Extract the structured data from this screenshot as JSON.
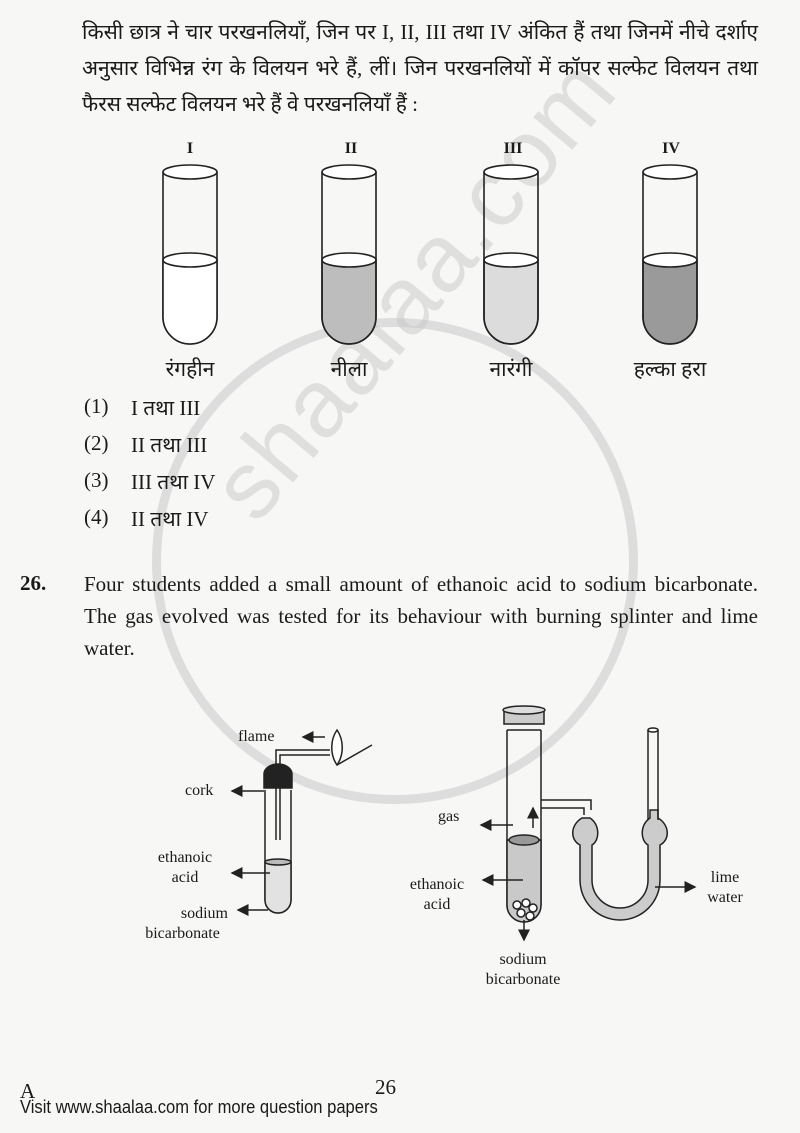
{
  "question_25": {
    "text_hi": "किसी छात्र ने चार परखनलियाँ, जिन पर I, II, III तथा IV अंकित हैं तथा जिनमें नीचे दर्शाए अनुसार विभिन्न रंग के विलयन भरे हैं, लीं। जिन परखनलियों में कॉपर सल्फेट विलयन तथा फैरस सल्फेट विलयन भरे हैं वे परखनलियाँ हैं :",
    "tubes": [
      {
        "label": "I",
        "caption": "रंगहीन",
        "fill": "#ffffff"
      },
      {
        "label": "II",
        "caption": "नीला",
        "fill": "#bdbdbd"
      },
      {
        "label": "III",
        "caption": "नारंगी",
        "fill": "#dcdcdc"
      },
      {
        "label": "IV",
        "caption": "हल्का हरा",
        "fill": "#9a9a9a"
      }
    ],
    "options": [
      {
        "num": "(1)",
        "text": "I तथा III"
      },
      {
        "num": "(2)",
        "text": "II तथा III"
      },
      {
        "num": "(3)",
        "text": "III तथा IV"
      },
      {
        "num": "(4)",
        "text": "II तथा IV"
      }
    ]
  },
  "question_26": {
    "number": "26.",
    "text": "Four students added a small amount of ethanoic acid to sodium bicarbonate. The gas evolved was tested for its behaviour with burning splinter and lime water.",
    "figure_left_labels": {
      "flame": "flame",
      "cork": "cork",
      "ethanoic_1": "ethanoic",
      "ethanoic_2": "acid",
      "sodium_1": "sodium",
      "sodium_2": "bicarbonate"
    },
    "figure_right_labels": {
      "gas": "gas",
      "ethanoic_1": "ethanoic",
      "ethanoic_2": "acid",
      "lime_1": "lime",
      "lime_2": "water",
      "sodium_1": "sodium",
      "sodium_2": "bicarbonate"
    }
  },
  "watermark": "shaalaa.com",
  "footer": {
    "set": "A",
    "page": "26",
    "visit": "Visit www.shaalaa.com for more question papers"
  }
}
